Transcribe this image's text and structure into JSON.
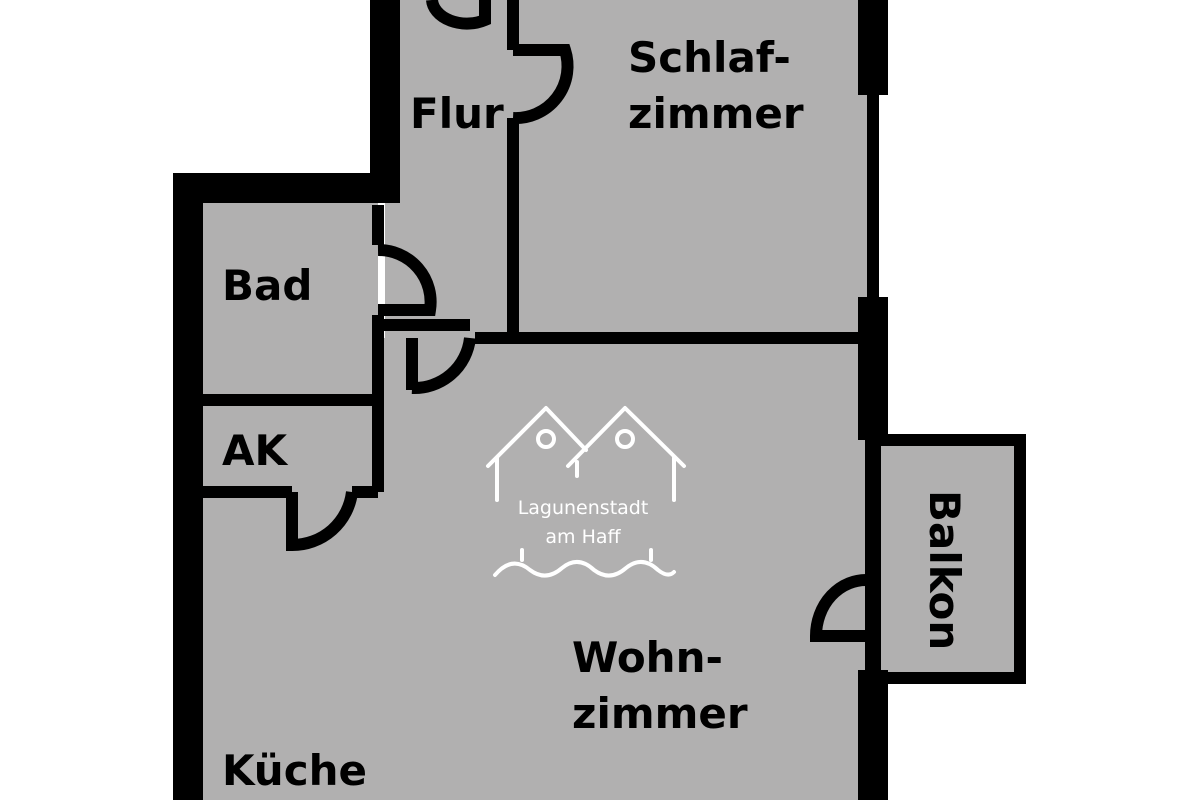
{
  "rooms": {
    "schlafzimmer": [
      "Schlaf-",
      "zimmer"
    ],
    "flur": "Flur",
    "bad": "Bad",
    "ak": "AK",
    "wohnzimmer": [
      "Wohn-",
      "zimmer"
    ],
    "balkon": "Balkon",
    "kueche": "Küche"
  },
  "logo": {
    "line1": "Lagunenstadt",
    "line2": "am Haff"
  },
  "colors": {
    "floor": "#b1b0b0",
    "wall": "#000000",
    "background": "#ffffff",
    "logo": "#ffffff"
  }
}
